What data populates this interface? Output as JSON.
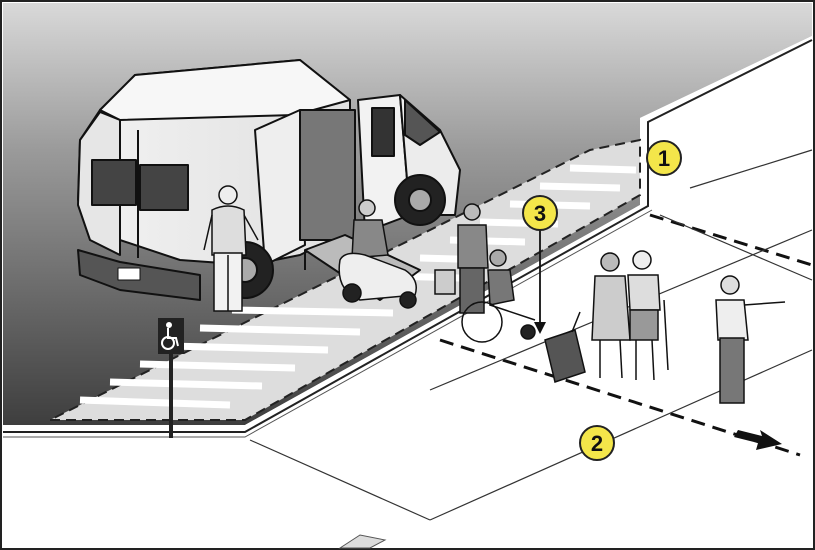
{
  "callouts": [
    {
      "id": "1",
      "label": "1"
    },
    {
      "id": "2",
      "label": "2"
    },
    {
      "id": "3",
      "label": "3"
    }
  ],
  "colors": {
    "callout_fill": "#f4e64a",
    "callout_stroke": "#222222",
    "road_dark": "#4a4a4a",
    "road_light": "#d8d8d8",
    "sidewalk": "#ffffff",
    "line": "#111111"
  },
  "icons": {
    "accessibility_sign": "wheelchair-symbol-icon",
    "direction_arrow": "arrow-right-icon"
  }
}
